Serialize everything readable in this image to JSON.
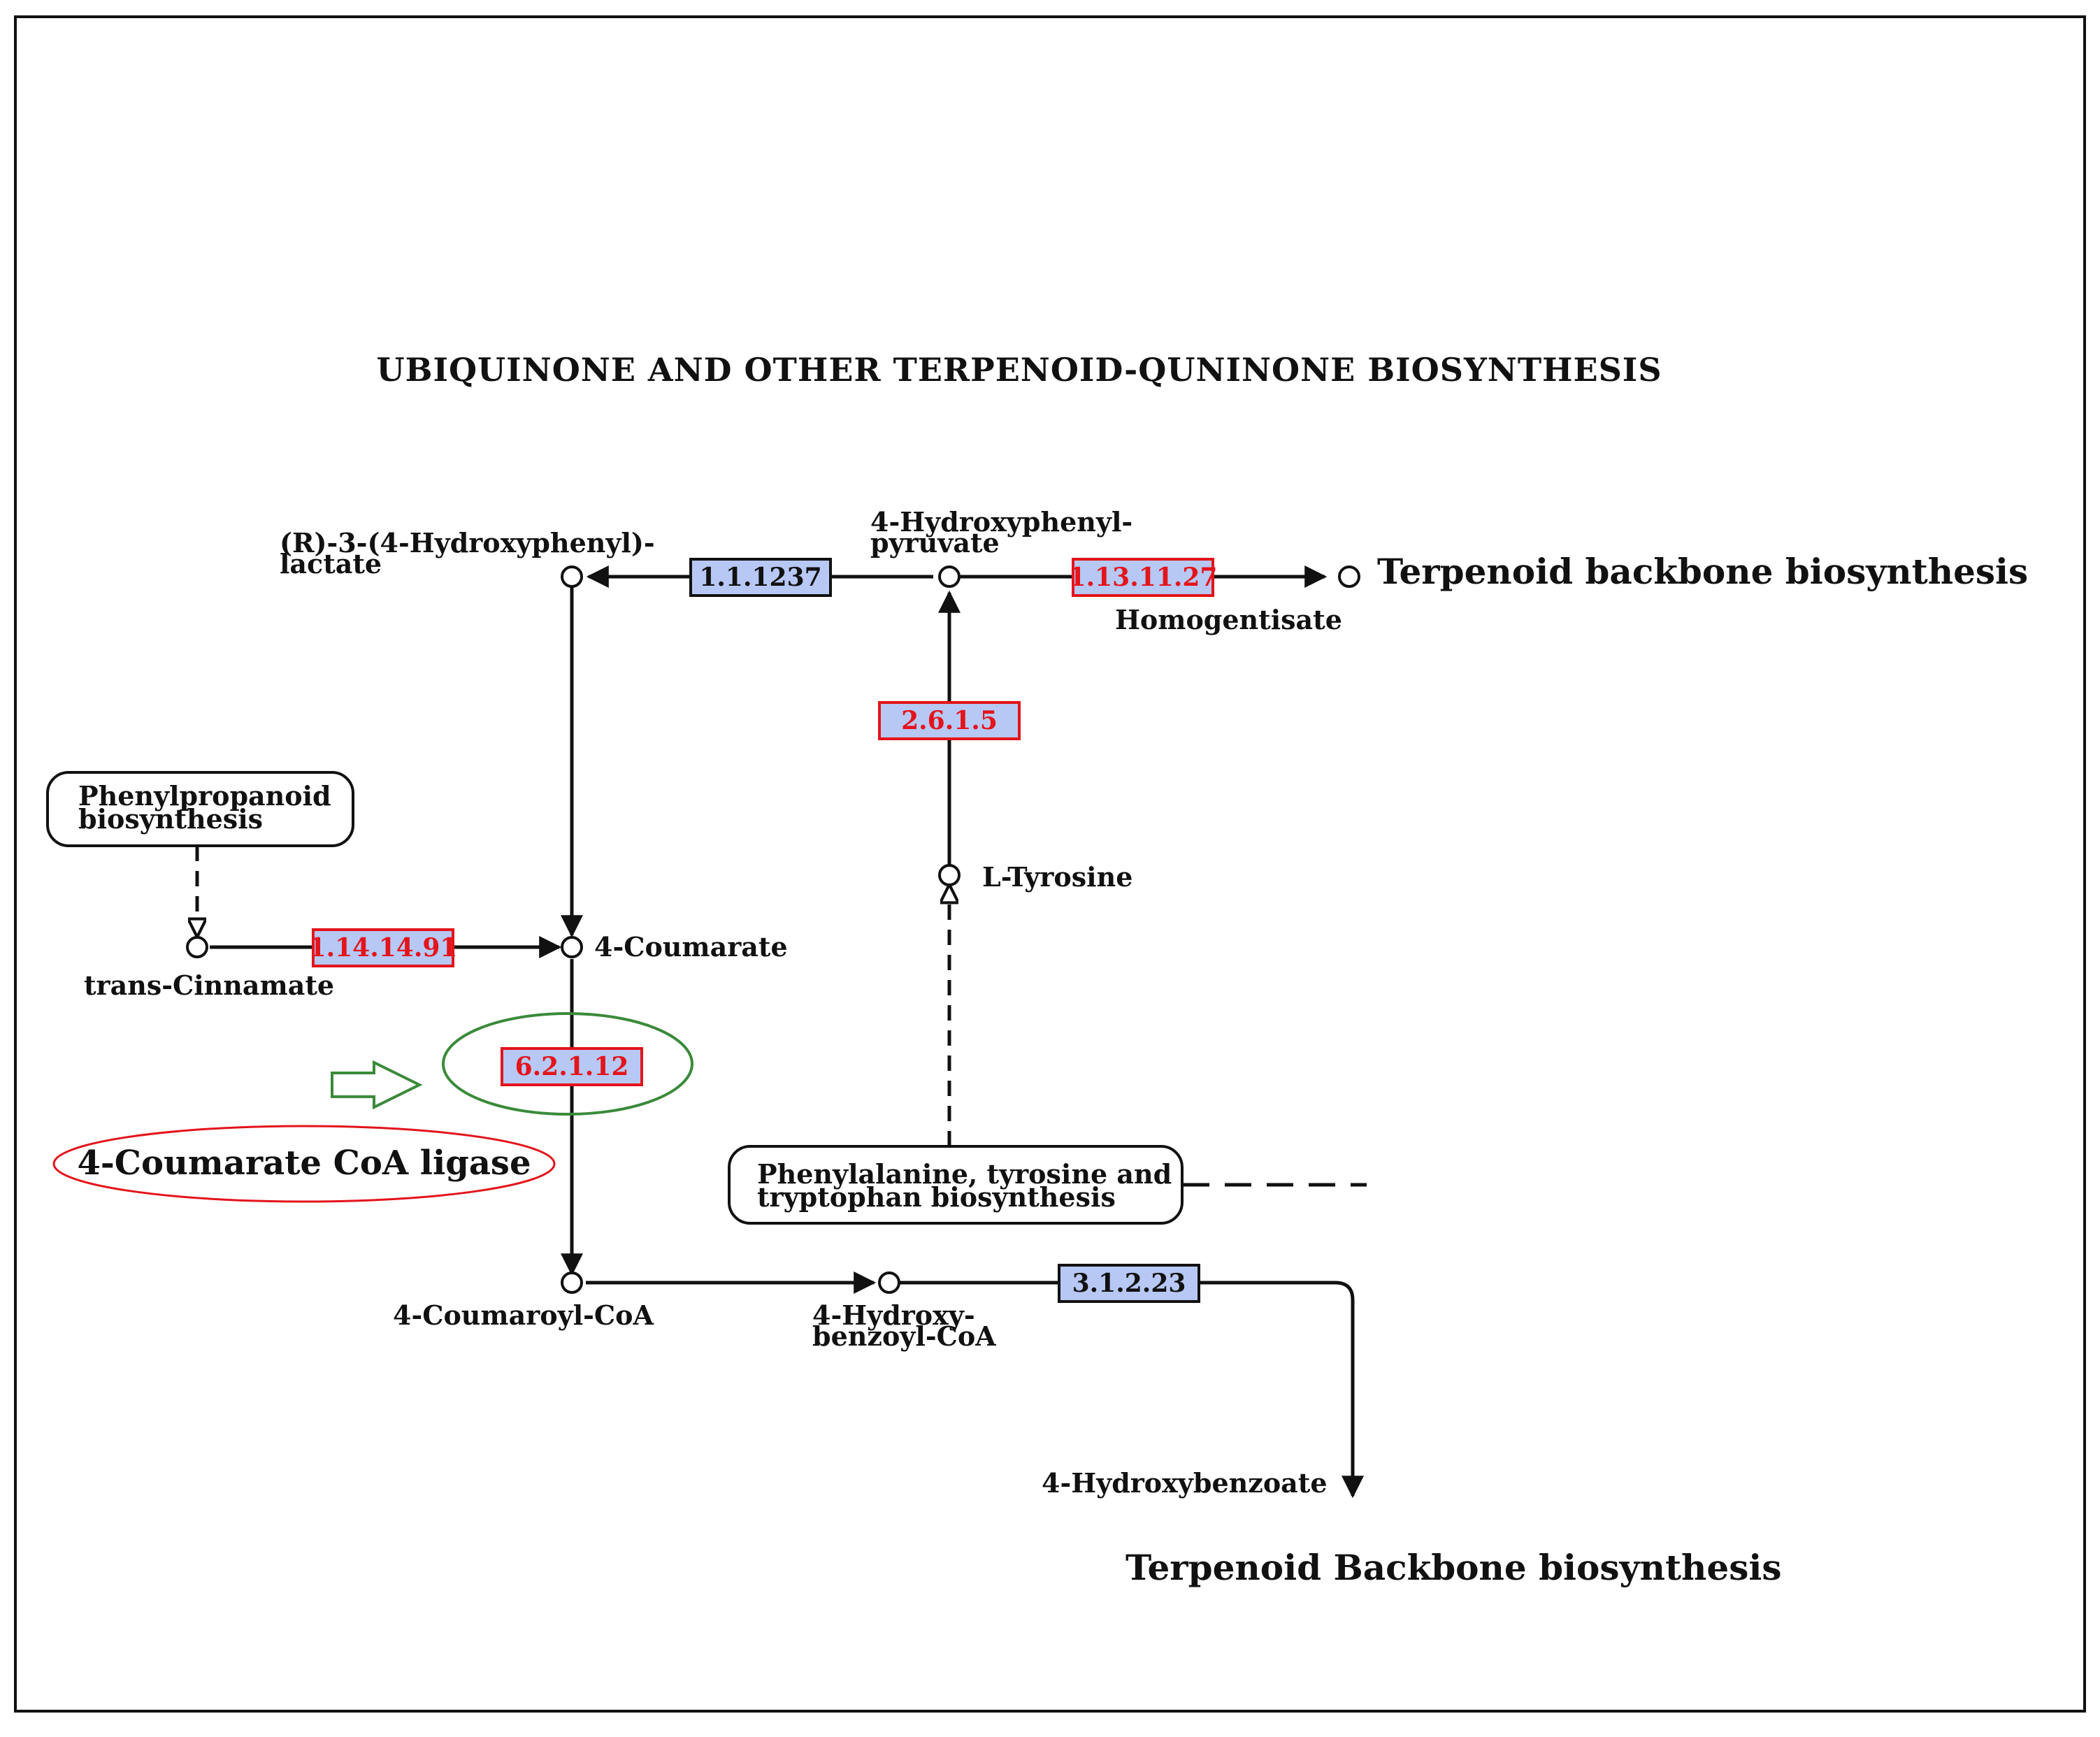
{
  "title": "UBIQUINONE AND OTHER TERPENOID-QUNINONE BIOSYNTHESIS",
  "compounds": {
    "hydroxyphenyl_lactate_line1": "(R)-3-(4-Hydroxyphenyl)-",
    "hydroxyphenyl_lactate_line2": "lactate",
    "hydroxyphenyl_pyruvate_line1": "4-Hydroxyphenyl-",
    "hydroxyphenyl_pyruvate_line2": "pyruvate",
    "homogentisate": "Homogentisate",
    "l_tyrosine": "L-Tyrosine",
    "trans_cinnamate": "trans-Cinnamate",
    "coumarate": "4-Coumarate",
    "coumaroyl_coa": "4-Coumaroyl-CoA",
    "hydroxybenzoyl_coa_line1": "4-Hydroxy-",
    "hydroxybenzoyl_coa_line2": "benzoyl-CoA",
    "hydroxybenzoate": "4-Hydroxybenzoate"
  },
  "enzymes": {
    "ec_1_1_1_237": "1.1.1237",
    "ec_1_13_11_27": "1.13.11.27",
    "ec_2_6_1_5": "2.6.1.5",
    "ec_1_14_14_91": "1.14.14.91",
    "ec_6_2_1_12": "6.2.1.12",
    "ec_3_1_2_23": "3.1.2.23"
  },
  "pathway_maps": {
    "phenylpropanoid_line1": "Phenylpropanoid",
    "phenylpropanoid_line2": "biosynthesis",
    "phe_tyr_trp_line1": "Phenylalanine, tyrosine and",
    "phe_tyr_trp_line2": "tryptophan biosynthesis"
  },
  "outputs": {
    "terpenoid_backbone_top": "Terpenoid backbone biosynthesis",
    "terpenoid_backbone_bottom": "Terpenoid Backbone biosynthesis"
  },
  "annotation": {
    "highlight_label": "4-Coumarate CoA ligase"
  },
  "colors": {
    "found_enzyme_border": "#e3141b",
    "found_enzyme_fill": "#b7c8f5",
    "found_enzyme_text": "#e3141b",
    "other_enzyme_border": "#111111",
    "other_enzyme_fill": "#b7c8f5",
    "highlight_ellipse": "#3a8a3a",
    "highlight_arrow": "#3a8a3a",
    "label_ellipse": "#e3141b"
  }
}
